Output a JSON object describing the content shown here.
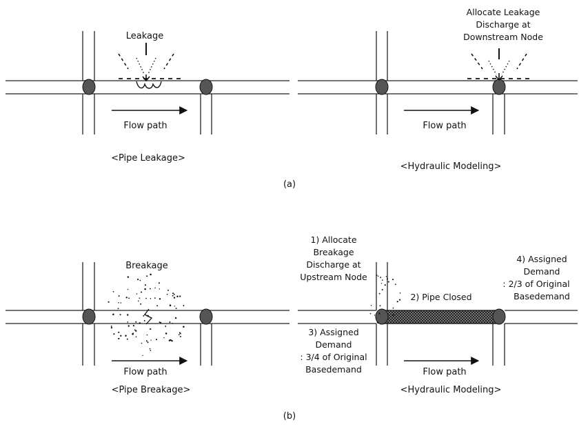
{
  "panel_a": {
    "label": "(a)",
    "left": {
      "annotation": "Leakage",
      "flow_label": "Flow path",
      "caption": "<Pipe Leakage>"
    },
    "right": {
      "annotation_lines": [
        "Allocate Leakage",
        "Discharge at",
        "Downstream Node"
      ],
      "flow_label": "Flow path",
      "caption": "<Hydraulic Modeling>"
    }
  },
  "panel_b": {
    "label": "(b)",
    "left": {
      "annotation": "Breakage",
      "flow_label": "Flow path",
      "caption": "<Pipe Breakage>"
    },
    "right": {
      "step1_lines": [
        "1) Allocate",
        "Breakage",
        "Discharge at",
        "Upstream Node"
      ],
      "step2": "2) Pipe Closed",
      "step3_lines": [
        "3) Assigned",
        "Demand",
        ": 3/4 of Original",
        "Basedemand"
      ],
      "step4_lines": [
        "4) Assigned",
        "Demand",
        ": 2/3 of Original",
        "Basedemand"
      ],
      "flow_label": "Flow path",
      "caption": "<Hydraulic Modeling>"
    }
  },
  "colors": {
    "line": "#222222",
    "node_fill": "#555555",
    "text": "#111111"
  }
}
